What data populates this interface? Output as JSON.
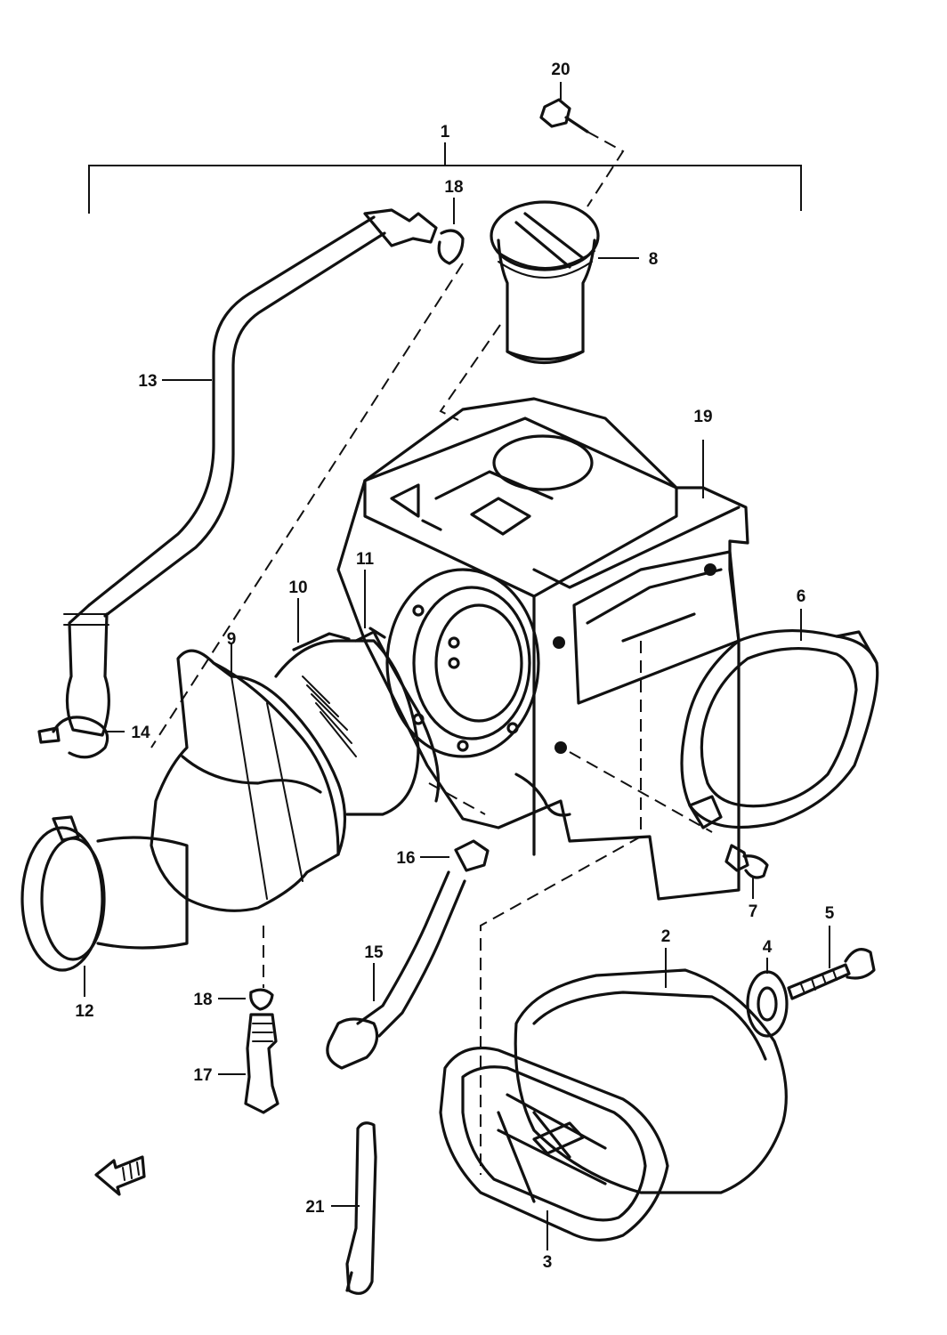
{
  "callouts": {
    "c1": "1",
    "c2": "2",
    "c3": "3",
    "c4": "4",
    "c5": "5",
    "c6": "6",
    "c7": "7",
    "c8": "8",
    "c9": "9",
    "c10": "10",
    "c11": "11",
    "c12": "12",
    "c13": "13",
    "c14": "14",
    "c15": "15",
    "c16": "16",
    "c17": "17",
    "c18a": "18",
    "c18b": "18",
    "c19": "19",
    "c20": "20",
    "c21": "21"
  },
  "icons": {
    "direction_arrow": "front-arrow-icon"
  },
  "colors": {
    "ink": "#111111",
    "paper": "#ffffff"
  }
}
